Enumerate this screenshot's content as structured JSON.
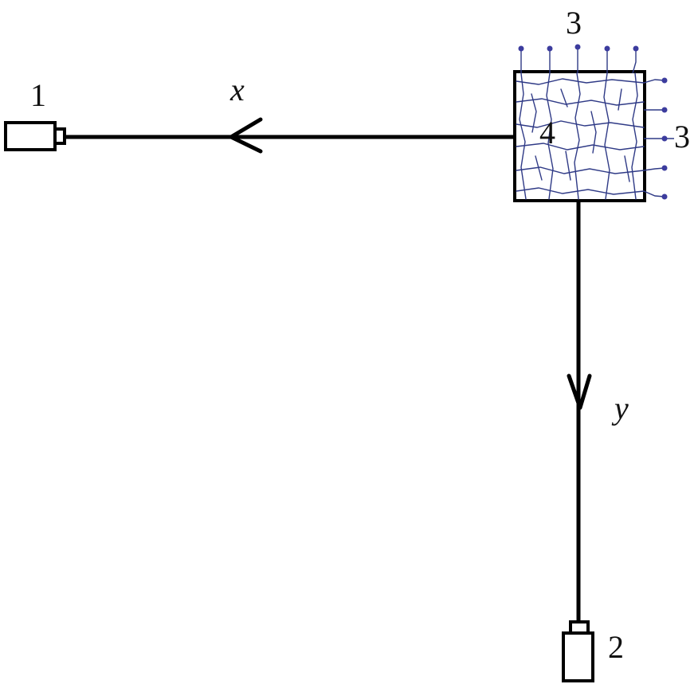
{
  "labels": {
    "device_1": "1",
    "device_2": "2",
    "top_electrodes": "3",
    "side_electrodes": "3",
    "sample": "4",
    "x_axis": "x",
    "y_axis": "y"
  },
  "colors": {
    "beam": "#000000",
    "cracks": "#2f3a86",
    "electrodes": "#3c3c9e"
  }
}
